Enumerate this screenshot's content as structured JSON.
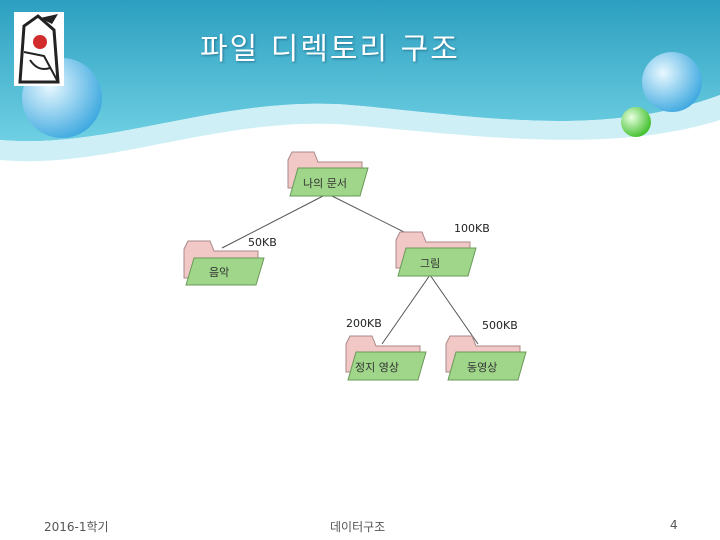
{
  "slide": {
    "title": "파일 디렉토리 구조",
    "footer_left": "2016-1학기",
    "footer_center": "데이터구조",
    "page_number": "4"
  },
  "tree": {
    "nodes": {
      "root": "나의 문서",
      "music": "음악",
      "pictures": "그림",
      "still": "정지 영상",
      "video": "동영상"
    },
    "sizes": {
      "music": "50KB",
      "pictures": "100KB",
      "still": "200KB",
      "video": "500KB"
    }
  },
  "colors": {
    "header_teal": "#3fb4cf",
    "folder_tab": "#f2c8c6",
    "folder_front": "#9fd68a"
  }
}
